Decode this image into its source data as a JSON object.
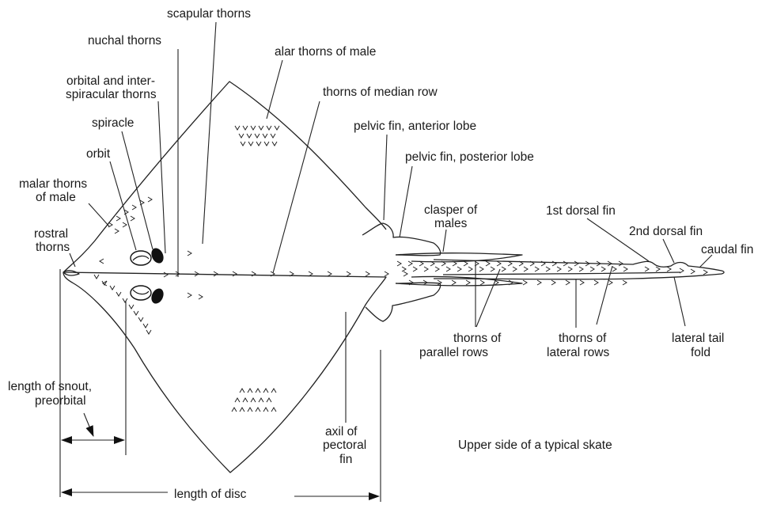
{
  "labels": {
    "scapular_thorns": "scapular thorns",
    "nuchal_thorns": "nuchal thorns",
    "alar_thorns": "alar thorns of male",
    "orbital_1": "orbital and inter-",
    "orbital_2": "spiracular thorns",
    "median_row": "thorns of median row",
    "spiracle": "spiracle",
    "pelvic_anterior": "pelvic fin, anterior lobe",
    "orbit": "orbit",
    "pelvic_posterior": "pelvic fin, posterior lobe",
    "malar_1": "malar thorns",
    "malar_2": "of male",
    "clasper_1": "clasper of",
    "clasper_2": "males",
    "first_dorsal": "1st dorsal fin",
    "rostral_1": "rostral",
    "rostral_2": "thorns",
    "second_dorsal": "2nd dorsal fin",
    "caudal": "caudal fin",
    "parallel_1": "thorns of",
    "parallel_2": "parallel rows",
    "lateral_rows_1": "thorns of",
    "lateral_rows_2": "lateral rows",
    "lateral_fold_1": "lateral tail",
    "lateral_fold_2": "fold",
    "snout_1": "length of snout,",
    "snout_2": "preorbital",
    "axil_1": "axil of",
    "axil_2": "pectoral",
    "axil_3": "fin",
    "disc_length": "length of disc"
  },
  "caption": "Upper side of a typical skate",
  "icons": [
    "skate-body-outline",
    "thorn-markers",
    "arrow-heads"
  ]
}
